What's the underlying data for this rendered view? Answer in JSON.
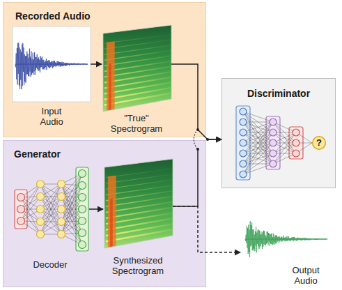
{
  "diagram": {
    "nodes": [
      {
        "text": [
          "Recorded Audio"
        ]
      },
      {
        "text": [
          "Input Audio"
        ],
        "in": 0
      },
      {
        "text": [
          "\"True\" Spectrogram"
        ],
        "in": 0
      },
      {
        "text": [
          "Generator"
        ]
      },
      {
        "text": [
          "Decoder"
        ],
        "in": 3
      },
      {
        "text": [
          "Synthesized Spectrogram"
        ],
        "in": 3
      },
      {
        "text": [
          "Discriminator"
        ]
      },
      {
        "text": [
          "?"
        ],
        "in": 6
      },
      {
        "text": [
          "Output Audio"
        ]
      }
    ],
    "edges": [
      {
        "from": 1,
        "to": 2,
        "arrow": "to"
      },
      {
        "from": 4,
        "to": 5,
        "arrow": "to"
      },
      {
        "from": 2,
        "to": 6,
        "arrow": "to"
      },
      {
        "from": 5,
        "to": 6,
        "arrow": "to"
      },
      {
        "from": 5,
        "to": 8,
        "arrow": "to"
      }
    ]
  }
}
